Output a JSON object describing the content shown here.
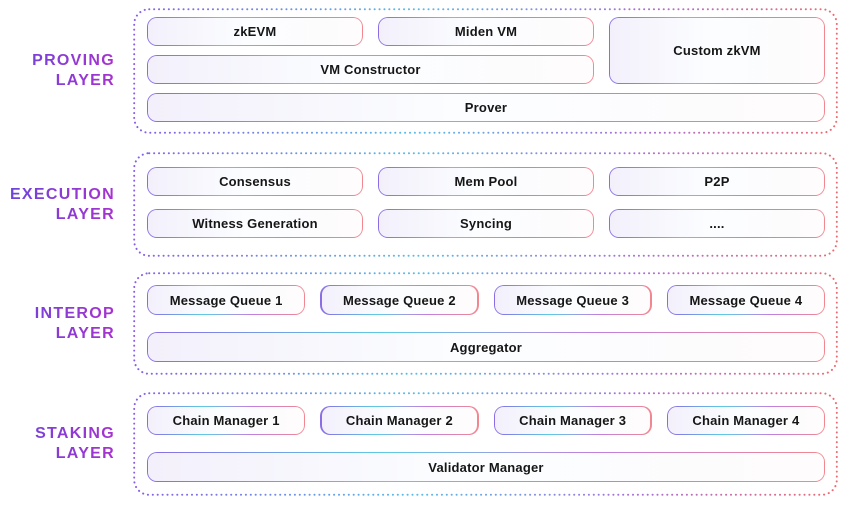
{
  "colors": {
    "label_gradient_start": "#6847dd",
    "label_gradient_end": "#a832cf",
    "container_border_stops": [
      "#8a5ce8",
      "#57bde8",
      "#a470dd",
      "#ef6a6e"
    ],
    "box_border_stops": [
      "#8b6ce4",
      "#5ecbe2",
      "#c080de",
      "#f2878f"
    ],
    "box_fill_stops": [
      "#f3f0fb",
      "#fbfdff",
      "#fefcfc"
    ],
    "box_text": "#161616",
    "background": "#ffffff"
  },
  "layers": [
    {
      "name": "proving",
      "label_lines": [
        "PROVING",
        "LAYER"
      ],
      "boxes": [
        {
          "id": "zkevm",
          "label": "zkEVM"
        },
        {
          "id": "miden-vm",
          "label": "Miden VM"
        },
        {
          "id": "custom-zkvm",
          "label": "Custom zkVM"
        },
        {
          "id": "vm-constructor",
          "label": "VM Constructor"
        },
        {
          "id": "prover",
          "label": "Prover"
        }
      ]
    },
    {
      "name": "execution",
      "label_lines": [
        "EXECUTION",
        "LAYER"
      ],
      "boxes": [
        {
          "id": "consensus",
          "label": "Consensus"
        },
        {
          "id": "mem-pool",
          "label": "Mem Pool"
        },
        {
          "id": "p2p",
          "label": "P2P"
        },
        {
          "id": "witness-generation",
          "label": "Witness Generation"
        },
        {
          "id": "syncing",
          "label": "Syncing"
        },
        {
          "id": "more",
          "label": "...."
        }
      ]
    },
    {
      "name": "interop",
      "label_lines": [
        "INTEROP",
        "LAYER"
      ],
      "boxes": [
        {
          "id": "message-queue-1",
          "label": "Message Queue 1"
        },
        {
          "id": "message-queue-2",
          "label": "Message Queue 2"
        },
        {
          "id": "message-queue-3",
          "label": "Message Queue 3"
        },
        {
          "id": "message-queue-4",
          "label": "Message Queue 4"
        },
        {
          "id": "aggregator",
          "label": "Aggregator"
        }
      ]
    },
    {
      "name": "staking",
      "label_lines": [
        "STAKING",
        "LAYER"
      ],
      "boxes": [
        {
          "id": "chain-manager-1",
          "label": "Chain Manager 1"
        },
        {
          "id": "chain-manager-2",
          "label": "Chain Manager 2"
        },
        {
          "id": "chain-manager-3",
          "label": "Chain Manager 3"
        },
        {
          "id": "chain-manager-4",
          "label": "Chain Manager 4"
        },
        {
          "id": "validator-manager",
          "label": "Validator Manager"
        }
      ]
    }
  ]
}
